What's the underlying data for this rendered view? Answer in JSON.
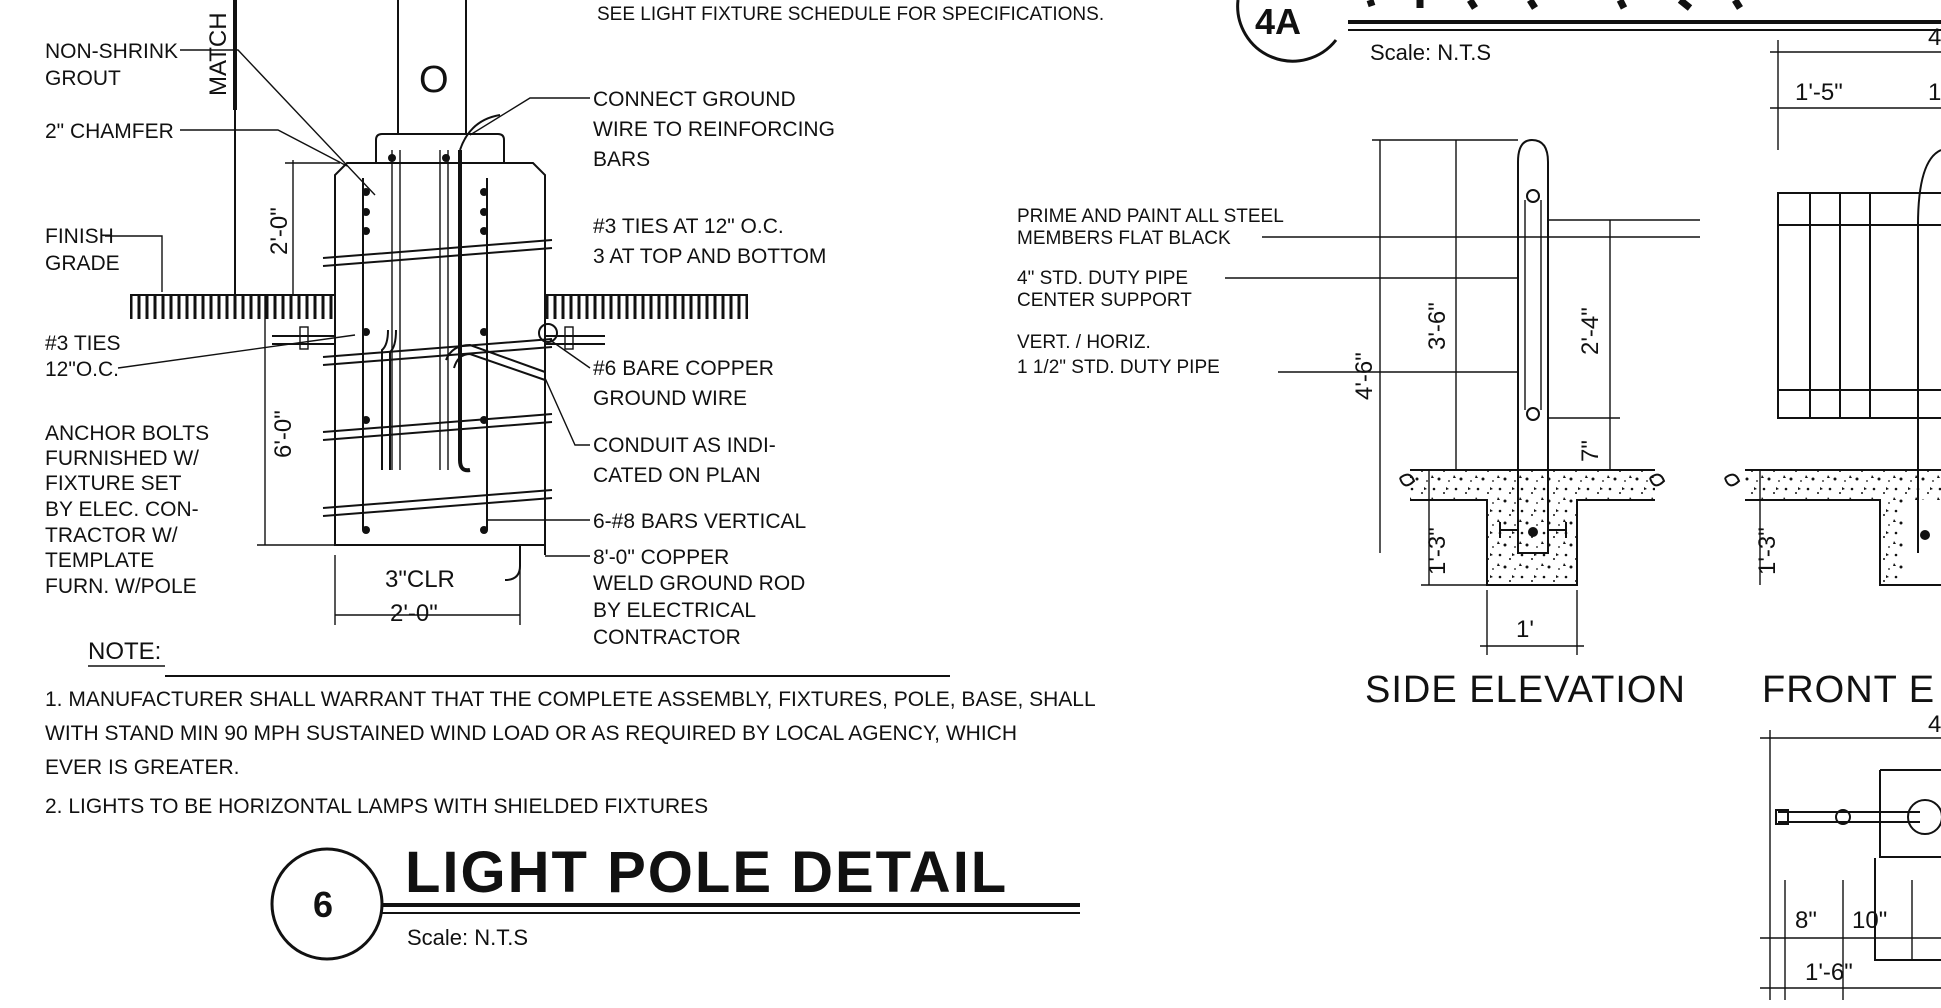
{
  "light_pole": {
    "top_note": "SEE LIGHT FIXTURE SCHEDULE FOR SPECIFICATIONS.",
    "match_line": "MATCH",
    "pole_mark": "O",
    "left_labels": [
      [
        "NON-SHRINK",
        "GROUT"
      ],
      [
        "2\" CHAMFER"
      ],
      [
        "FINISH",
        "GRADE"
      ],
      [
        "#3 TIES",
        "12\"O.C."
      ],
      [
        "ANCHOR BOLTS",
        "FURNISHED W/",
        "FIXTURE SET",
        "BY ELEC. CON-",
        "TRACTOR W/",
        "TEMPLATE",
        "FURN. W/POLE"
      ]
    ],
    "right_labels": [
      [
        "CONNECT GROUND",
        "WIRE TO REINFORCING",
        "BARS"
      ],
      [
        "#3 TIES AT 12\" O.C.",
        "3 AT TOP  AND BOTTOM"
      ],
      [
        "#6 BARE COPPER",
        "GROUND WIRE"
      ],
      [
        "CONDUIT AS INDI-",
        "CATED ON PLAN"
      ],
      [
        "6-#8 BARS VERTICAL"
      ],
      [
        "8'-0\" COPPER",
        "WELD GROUND ROD",
        "BY ELECTRICAL",
        "CONTRACTOR"
      ]
    ],
    "dims": {
      "top": "2'-0\"",
      "bottom": "6'-0\"",
      "clear": "3\"CLR",
      "width": "2'-0\""
    },
    "note_heading": "NOTE:",
    "notes": [
      "1. MANUFACTURER SHALL WARRANT THAT THE COMPLETE ASSEMBLY, FIXTURES, POLE, BASE, SHALL",
      "WITH STAND MIN 90 MPH SUSTAINED WIND LOAD OR AS REQUIRED BY LOCAL AGENCY, WHICH",
      "EVER IS GREATER.",
      "2. LIGHTS TO BE HORIZONTAL LAMPS WITH SHIELDED FIXTURES"
    ],
    "detail_number": "6",
    "title": "LIGHT POLE DETAIL",
    "scale": "Scale: N.T.S"
  },
  "bench": {
    "detail_number": "4A",
    "scale": "Scale: N.T.S",
    "labels": [
      [
        "PRIME AND PAINT ALL STEEL",
        "MEMBERS FLAT BLACK"
      ],
      [
        "4\" STD. DUTY PIPE",
        "CENTER SUPPORT"
      ],
      [
        "VERT. / HORIZ.",
        "1 1/2\" STD. DUTY PIPE"
      ]
    ],
    "dims_side": {
      "overall": "4'-6\"",
      "mid": "3'-6\"",
      "upper": "2'-4\"",
      "low": "7\"",
      "depth": "1'-3\"",
      "footing": "1'"
    },
    "dims_front": {
      "top_a": "1'-5\"",
      "top_b": "1",
      "top_c": "4",
      "depth": "1'-3\"",
      "bot_a": "8\"",
      "bot_b": "10\"",
      "bot_c": "1'-6\"",
      "mid": "4"
    },
    "side_caption": "SIDE ELEVATION",
    "front_caption": "FRONT E"
  }
}
